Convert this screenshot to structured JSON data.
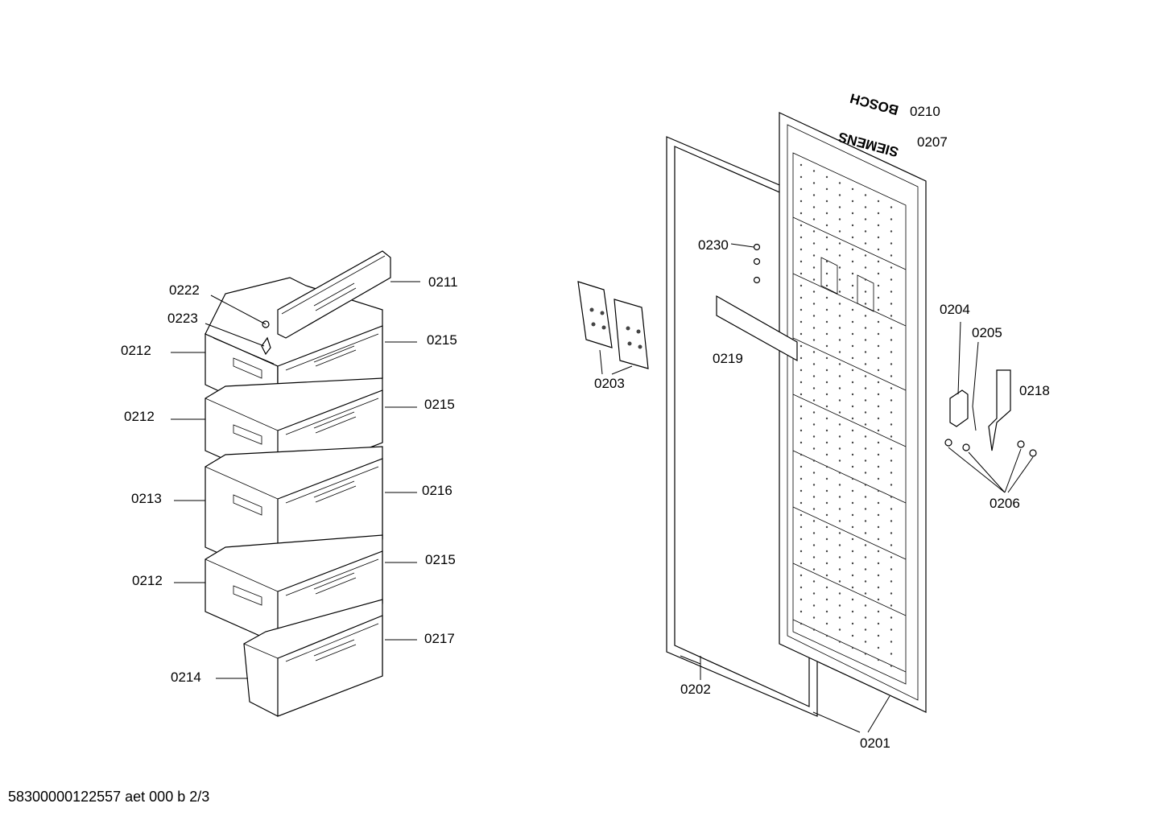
{
  "footer": "58300000122557 aet 000 b 2/3",
  "brands": {
    "bosch": "BOSCH",
    "siemens": "SIEMENS"
  },
  "callouts": {
    "c0222": "0222",
    "c0223": "0223",
    "c0211": "0211",
    "c0212a": "0212",
    "c0215a": "0215",
    "c0212b": "0212",
    "c0215b": "0215",
    "c0213": "0213",
    "c0216": "0216",
    "c0212c": "0212",
    "c0215c": "0215",
    "c0217": "0217",
    "c0214": "0214",
    "c0203": "0203",
    "c0230": "0230",
    "c0219": "0219",
    "c0210": "0210",
    "c0207": "0207",
    "c0204": "0204",
    "c0205": "0205",
    "c0218": "0218",
    "c0206": "0206",
    "c0202": "0202",
    "c0201": "0201"
  }
}
